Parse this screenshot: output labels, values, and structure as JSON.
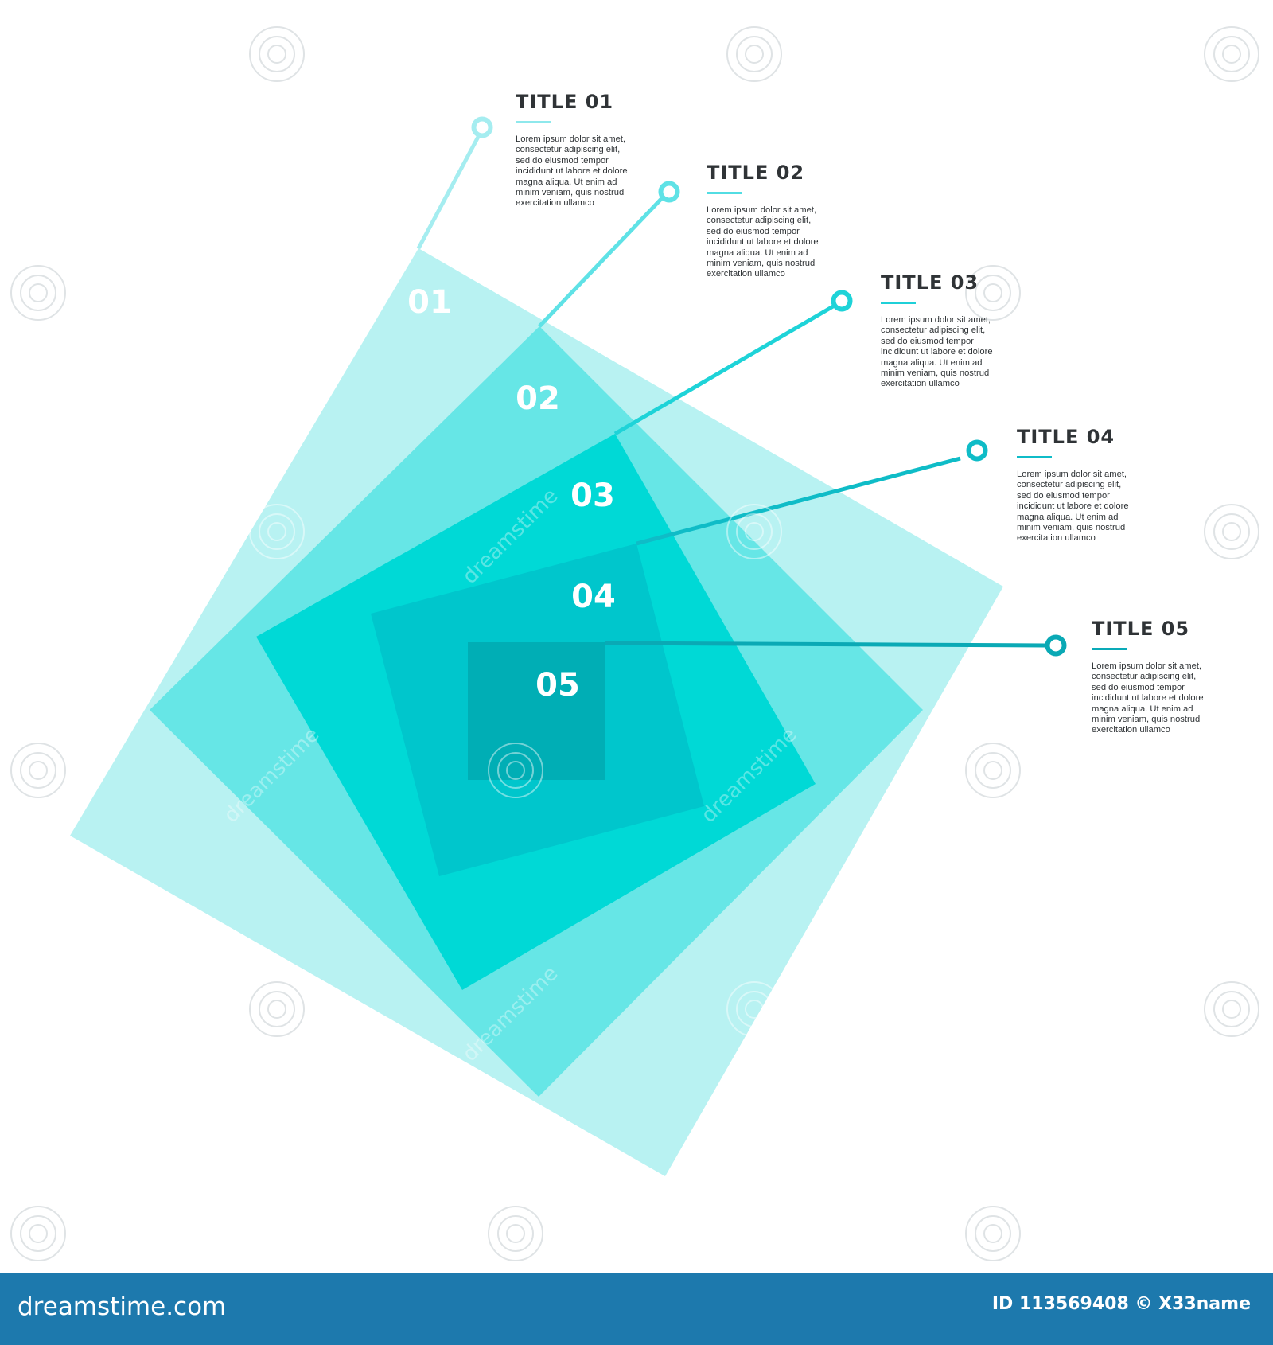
{
  "steps": [
    {
      "number": "01",
      "title": "TITLE 01",
      "text": "Lorem ipsum dolor sit amet, consectetur adipiscing elit, sed do eiusmod tempor incididunt ut labore et dolore magna aliqua. Ut enim ad minim veniam, quis nostrud exercitation ullamco",
      "color": "#b8f2f2"
    },
    {
      "number": "02",
      "title": "TITLE 02",
      "text": "Lorem ipsum dolor sit amet, consectetur adipiscing elit, sed do eiusmod tempor incididunt ut labore et dolore magna aliqua. Ut enim ad minim veniam, quis nostrud exercitation ullamco",
      "color": "#66e6e6"
    },
    {
      "number": "03",
      "title": "TITLE 03",
      "text": "Lorem ipsum dolor sit amet, consectetur adipiscing elit, sed do eiusmod tempor incididunt ut labore et dolore magna aliqua. Ut enim ad minim veniam, quis nostrud exercitation ullamco",
      "color": "#00d9d6"
    },
    {
      "number": "04",
      "title": "TITLE 04",
      "text": "Lorem ipsum dolor sit amet, consectetur adipiscing elit, sed do eiusmod tempor incididunt ut labore et dolore magna aliqua. Ut enim ad minim veniam, quis nostrud exercitation ullamco",
      "color": "#00c6cc"
    },
    {
      "number": "05",
      "title": "TITLE 05",
      "text": "Lorem ipsum dolor sit amet, consectetur adipiscing elit, sed do eiusmod tempor incididunt ut labore et dolore magna aliqua. Ut enim ad minim veniam, quis nostrud exercitation ullamco",
      "color": "#00aeb5"
    }
  ],
  "footer": {
    "brand": "dreamstime.com",
    "stock_id": "ID 113569408 © X33name"
  },
  "watermark": {
    "text": "dreamstime",
    "icon": "spiral-logo-icon"
  }
}
